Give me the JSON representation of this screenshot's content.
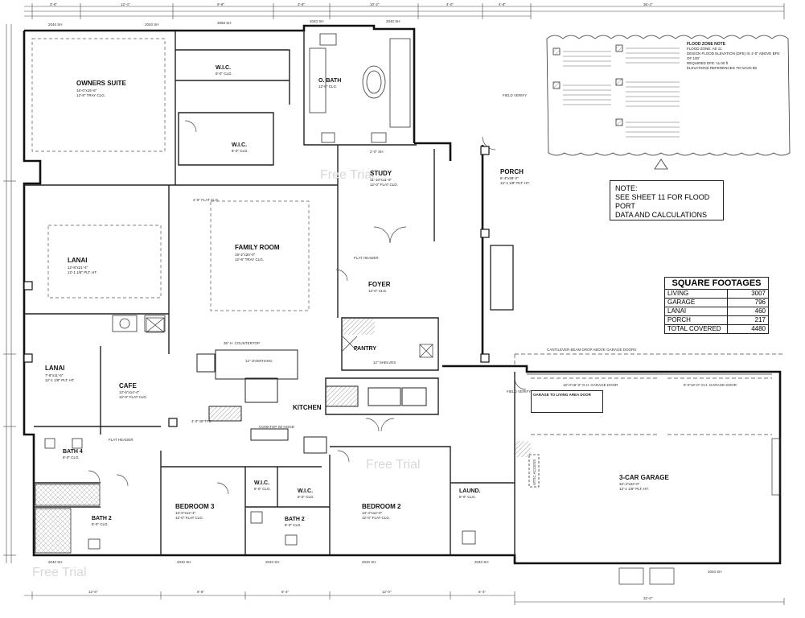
{
  "rooms": [
    {
      "id": "owners-suite",
      "name": "OWNERS SUITE",
      "dims": "16'-0\"x15'-6\"",
      "ceiling": "12'-8\" TRAY CLG."
    },
    {
      "id": "wic-1",
      "name": "W.I.C.",
      "dims": "8'-0\" CLG.",
      "ceiling": ""
    },
    {
      "id": "wic-2",
      "name": "W.I.C.",
      "dims": "8'-0\" CLG.",
      "ceiling": ""
    },
    {
      "id": "o-bath",
      "name": "O. BATH",
      "dims": "12'-0\" CLG.",
      "ceiling": ""
    },
    {
      "id": "study",
      "name": "STUDY",
      "dims": "11'-10\"x11'-0\"",
      "ceiling": "12'-0\" FLAT CLG."
    },
    {
      "id": "porch",
      "name": "PORCH",
      "dims": "6'-4\"x28'-2\"",
      "ceiling": "12'-1 1/8\" PLT. HT."
    },
    {
      "id": "family-room",
      "name": "FAMILY ROOM",
      "dims": "19'-2\"x20'-0\"",
      "ceiling": "12'-8\" TRAY CLG."
    },
    {
      "id": "lanai-1",
      "name": "LANAI",
      "dims": "12'-8\"x21'-4\"",
      "ceiling": "12'-1 1/8\" PLT. HT."
    },
    {
      "id": "foyer",
      "name": "FOYER",
      "dims": "12'-0\" CLG.",
      "ceiling": ""
    },
    {
      "id": "pantry",
      "name": "PANTRY",
      "dims": "",
      "ceiling": ""
    },
    {
      "id": "lanai-2",
      "name": "LANAI",
      "dims": "7'-8\"x11'-6\"",
      "ceiling": "12'-1 1/8\" PLT. HT."
    },
    {
      "id": "cafe",
      "name": "CAFE",
      "dims": "12'-6\"x14'-4\"",
      "ceiling": "12'-0\" FLAT CLG."
    },
    {
      "id": "kitchen",
      "name": "KITCHEN",
      "dims": "",
      "ceiling": ""
    },
    {
      "id": "bath-4",
      "name": "BATH 4",
      "dims": "8'-0\" CLG.",
      "ceiling": ""
    },
    {
      "id": "bath-2a",
      "name": "BATH 2",
      "dims": "8'-0\" CLG.",
      "ceiling": ""
    },
    {
      "id": "bedroom-3",
      "name": "BEDROOM 3",
      "dims": "13'-0\"x12'-4\"",
      "ceiling": "12'-0\" FLAT CLG."
    },
    {
      "id": "wic-3",
      "name": "W.I.C.",
      "dims": "8'-0\" CLG.",
      "ceiling": ""
    },
    {
      "id": "wic-4",
      "name": "W.I.C.",
      "dims": "8'-0\" CLG.",
      "ceiling": ""
    },
    {
      "id": "bath-2b",
      "name": "BATH 2",
      "dims": "8'-0\" CLG.",
      "ceiling": ""
    },
    {
      "id": "bedroom-2",
      "name": "BEDROOM 2",
      "dims": "13'-4\"x12'-0\"",
      "ceiling": "12'-0\" FLAT CLG."
    },
    {
      "id": "laund",
      "name": "LAUND.",
      "dims": "8'-0\" CLG.",
      "ceiling": ""
    },
    {
      "id": "garage",
      "name": "3-CAR GARAGE",
      "dims": "32'-4\"x22'-0\"",
      "ceiling": "12'-1 1/8\" PLT. HT."
    }
  ],
  "square_footages": {
    "title": "SQUARE FOOTAGES",
    "rows": [
      {
        "label": "LIVING",
        "value": "3007"
      },
      {
        "label": "GARAGE",
        "value": "796"
      },
      {
        "label": "LANAI",
        "value": "460"
      },
      {
        "label": "PORCH",
        "value": "217"
      },
      {
        "label": "TOTAL COVERED",
        "value": "4480"
      }
    ]
  },
  "note": {
    "line1": "NOTE:",
    "line2": "SEE SHEET 11 FOR FLOOD PORT",
    "line3": "DATA AND CALCULATIONS"
  },
  "flood_note": {
    "title": "FLOOD ZONE NOTE",
    "zone": "FLOOD ZONE: AE 11",
    "design": "DESIGN FLOOD ELEVATION (DFE) IS 1'-0\" ABOVE BFE OF 100'",
    "required": "REQUIRED DFE: 11.00 ft",
    "ref": "ELEVATIONS REFERENCED TO NAVD 88"
  },
  "callouts": {
    "kitchen_counter": "36\" H. COUNTERTOP",
    "overhang": "12\" OVERHANG",
    "cooktop": "COOKTOP W/ HOOD",
    "garage_door_a": "16'-0\"x8'-0\" O.H. GARAGE DOOR",
    "garage_door_b": "9'-0\"x8'-0\" O.H. GARAGE DOOR",
    "garage_living": "GARAGE TO LIVING AREA DOOR",
    "cantilever": "CANTILEVER BEAM DROP ABOVE GARAGE DOORS",
    "attic": "ATTIC ACCESS",
    "pantry_shelf": "12\" SHELVES",
    "flat_header": "FLAT HEADER"
  },
  "watermarks": [
    "Free Trial",
    "Free Trial",
    "Free Trial"
  ]
}
